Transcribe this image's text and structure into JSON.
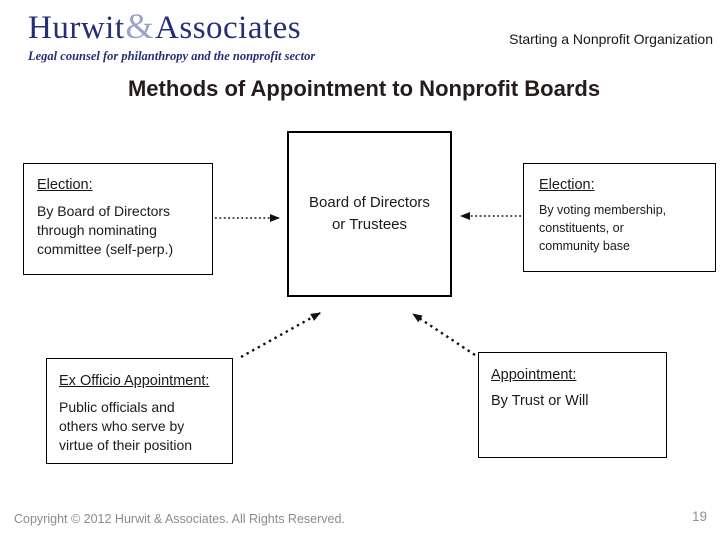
{
  "brand": {
    "name_first": "Hurwit",
    "ampersand": "&",
    "name_second": "Associates",
    "tagline": "Legal counsel for philanthropy and the nonprofit sector",
    "navy_color": "#252e78",
    "ampersand_color": "#97a5cb"
  },
  "header": {
    "course_title": "Starting a Nonprofit Organization"
  },
  "slide": {
    "title": "Methods of Appointment to Nonprofit Boards",
    "title_color": "#261c1c"
  },
  "diagram": {
    "center_box": {
      "body": "Board of Directors\nor Trustees"
    },
    "left_box": {
      "heading": "Election:",
      "body": "By Board of Directors\nthrough nominating\ncommittee (self-perp.)"
    },
    "right_box": {
      "heading": "Election:",
      "body": "By voting membership,\nconstituents, or\ncommunity base"
    },
    "bottom_left_box": {
      "heading": "Ex Officio Appointment:",
      "body": "Public officials and\nothers who serve by\nvirtue of their position"
    },
    "bottom_right_box": {
      "heading": "Appointment:",
      "body": "By Trust or Will"
    },
    "arrow_color": "#111111"
  },
  "footer": {
    "copyright": "Copyright © 2012 Hurwit & Associates. All Rights Reserved.",
    "page_number": "19"
  }
}
